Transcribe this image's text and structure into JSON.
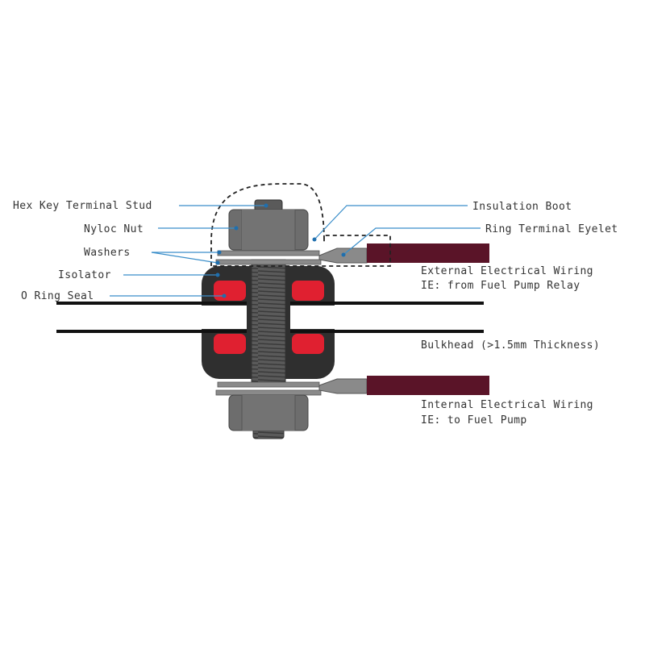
{
  "colors": {
    "metal": "#6d6d6d",
    "metal_dark": "#4a4a4a",
    "isolator": "#2f2f2f",
    "seal": "#e02030",
    "wire": "#5a1428",
    "leader": "#3a8ec9",
    "bulkhead": "#111111"
  },
  "labels": {
    "hex_key_terminal_stud": "Hex Key Terminal Stud",
    "nyloc_nut": "Nyloc Nut",
    "washers": "Washers",
    "isolator": "Isolator",
    "o_ring_seal": "O Ring Seal",
    "insulation_boot": "Insulation Boot",
    "ring_terminal_eyelet": "Ring Terminal Eyelet",
    "external_wiring_line1": "External Electrical Wiring",
    "external_wiring_line2": "IE: from Fuel Pump Relay",
    "bulkhead": "Bulkhead (>1.5mm Thickness)",
    "internal_wiring_line1": "Internal Electrical Wiring",
    "internal_wiring_line2": "IE: to Fuel Pump"
  }
}
